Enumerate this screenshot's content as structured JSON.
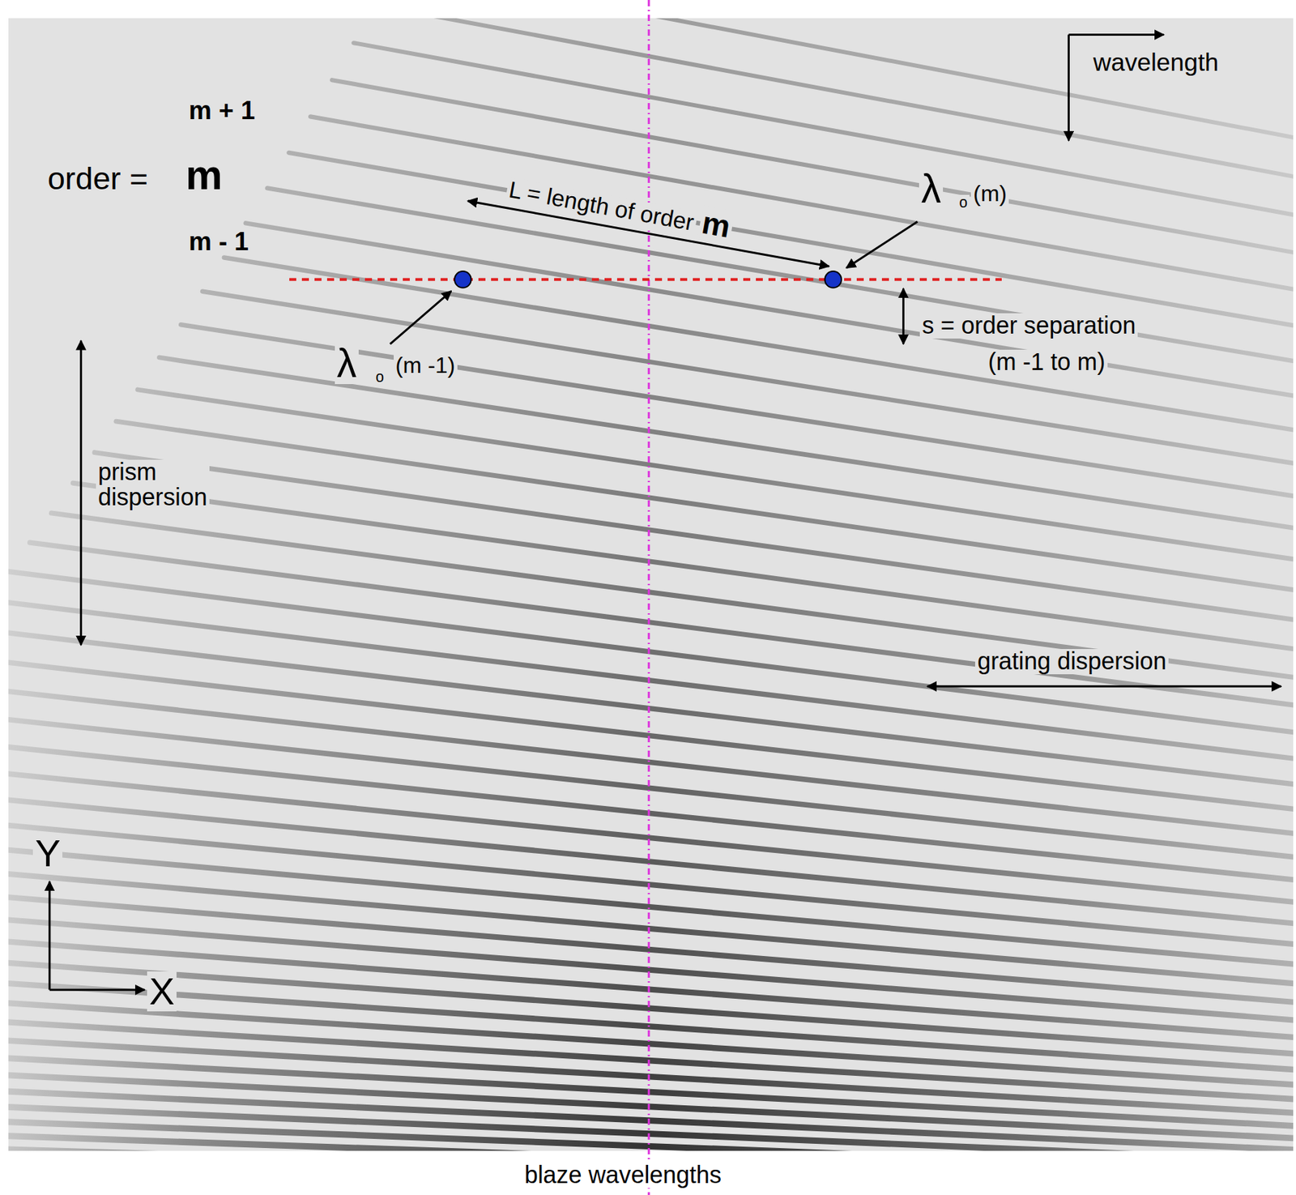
{
  "diagram": {
    "labels": [
      "wavelength",
      "m + 1",
      "order =",
      "m",
      "m - 1",
      "L = length of order",
      "m",
      "λ",
      "o",
      "(m)",
      "λ",
      "o",
      "(m -1)",
      "s = order separation",
      "(m -1 to m)",
      "prism dispersion",
      "grating dispersion",
      "Y",
      "X",
      "blaze wavelengths"
    ]
  }
}
